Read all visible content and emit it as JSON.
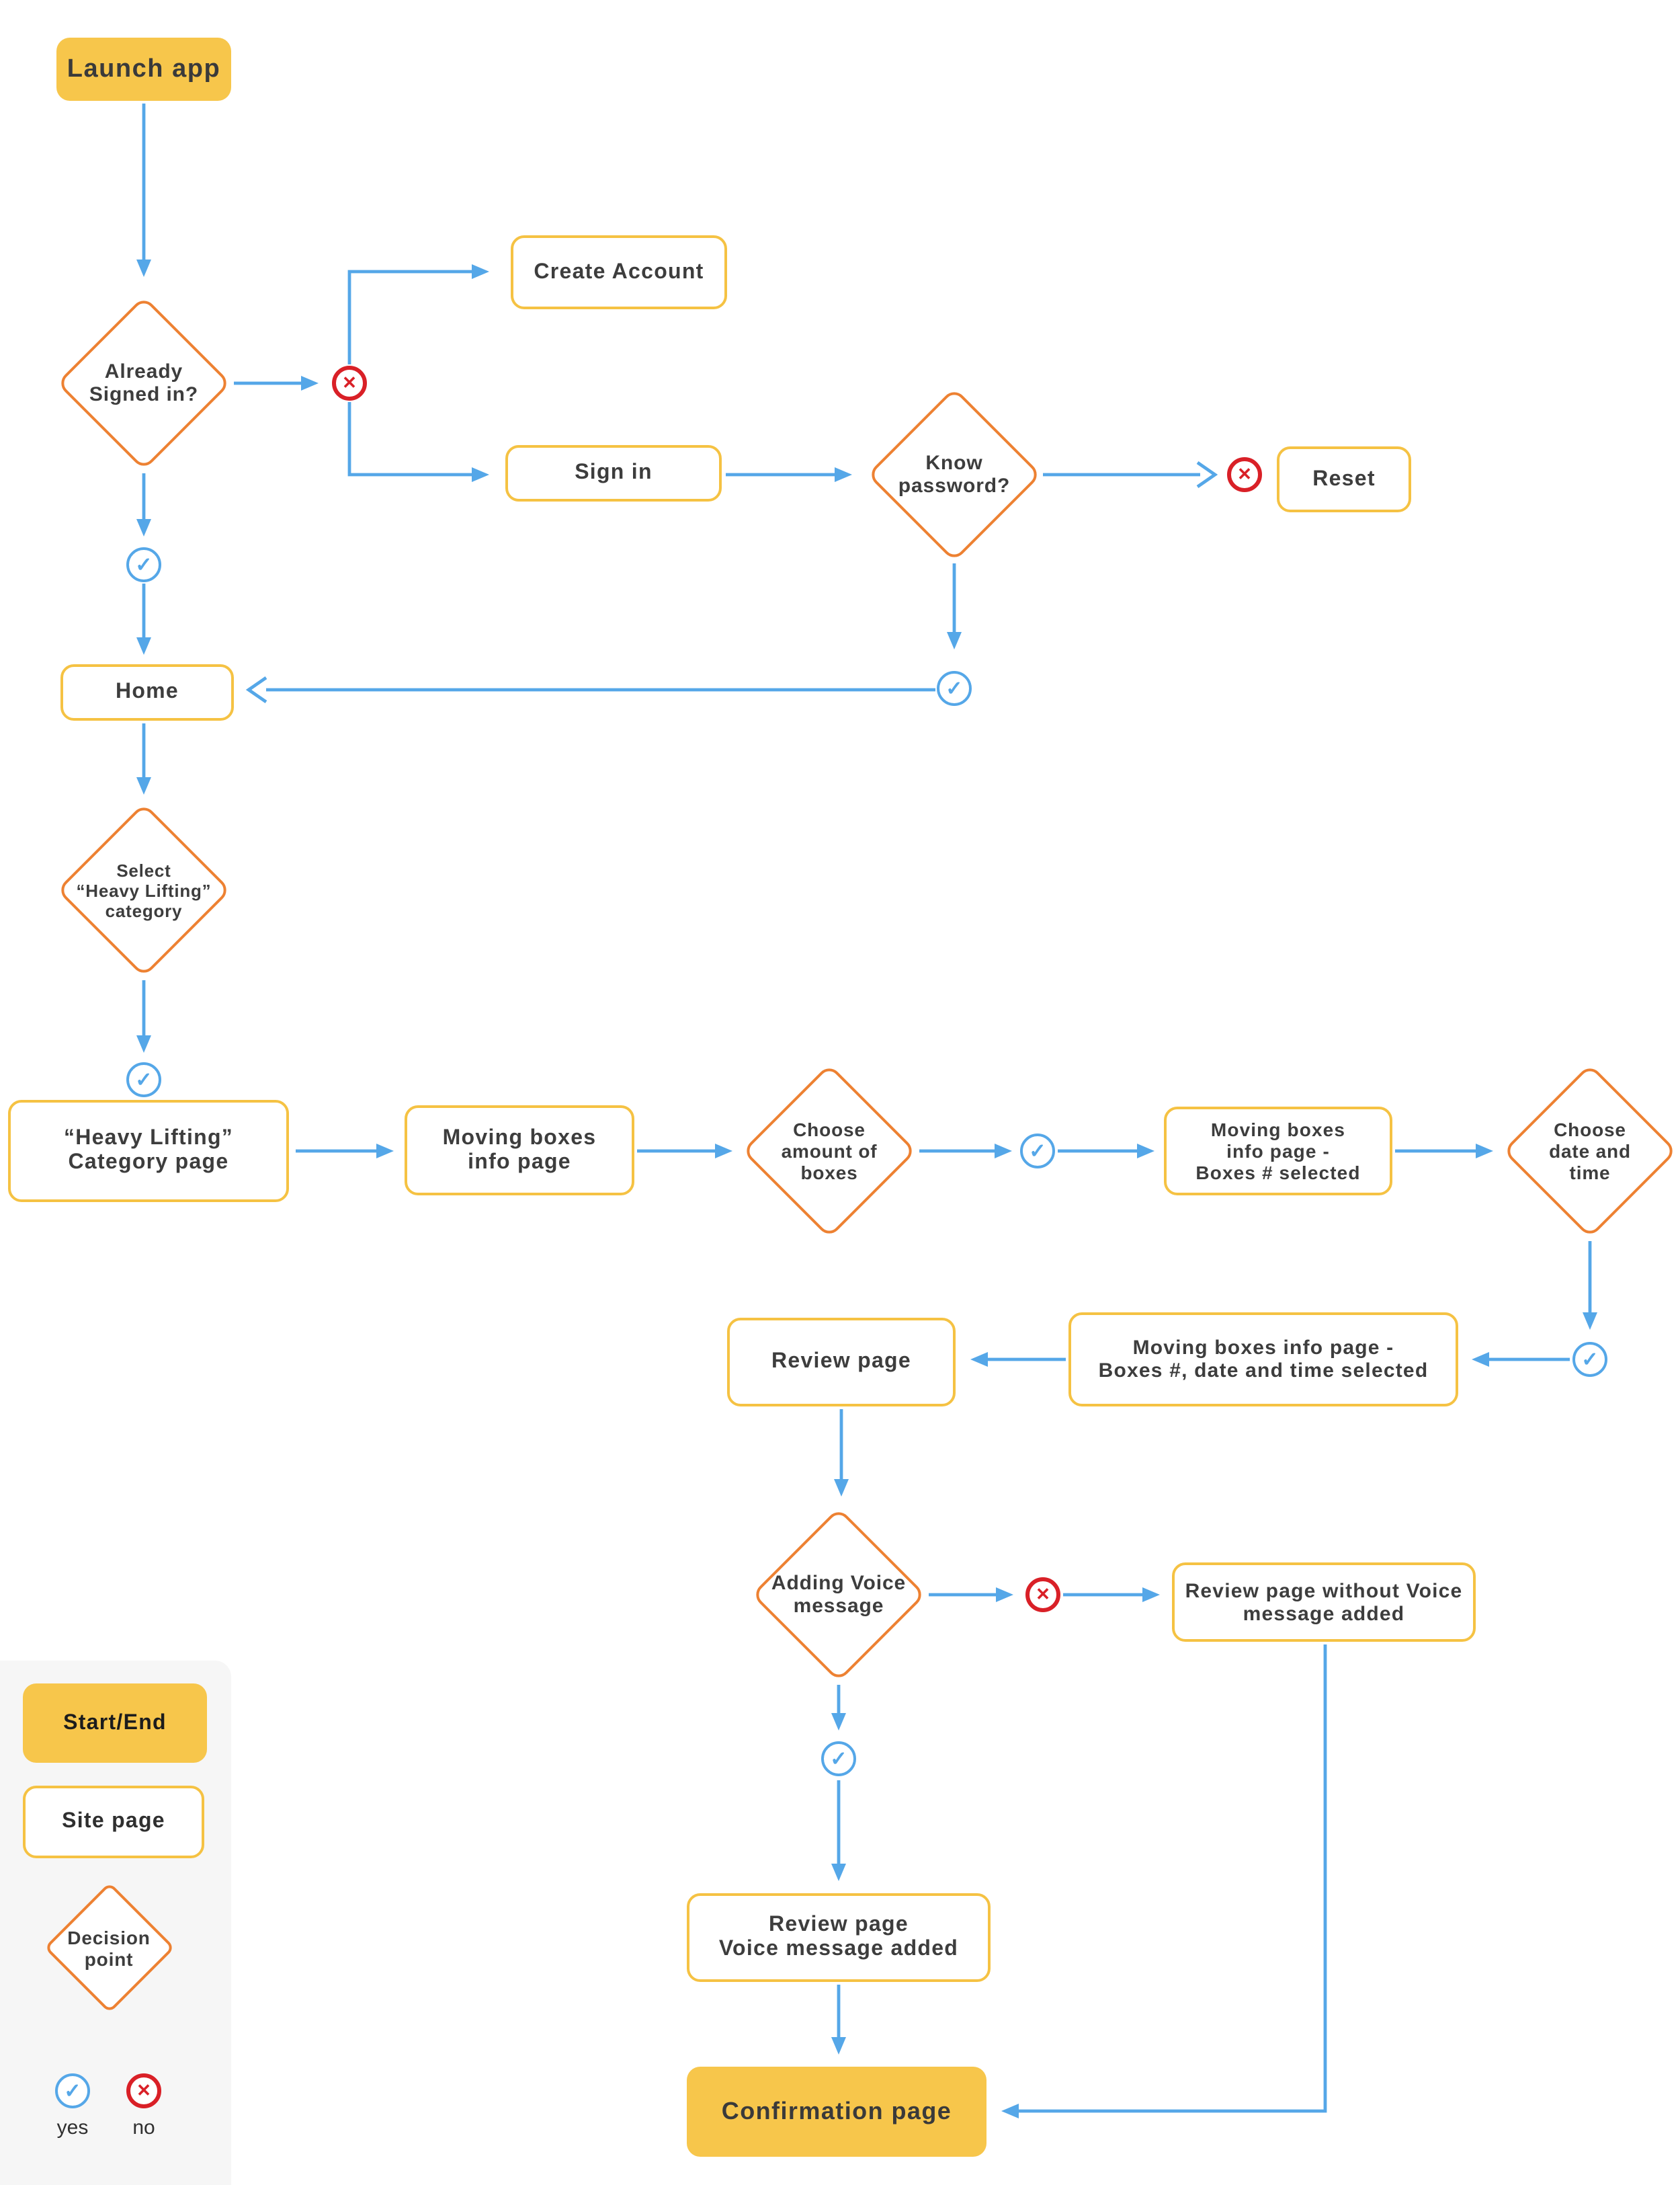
{
  "palette": {
    "fill_yellow": "#F7C64B",
    "border_yellow": "#F5C243",
    "orange": "#ED8132",
    "blue": "#55A7E8",
    "red": "#D92027",
    "text": "#3d3d3d",
    "legend_bg": "#F6F6F6"
  },
  "nodes": {
    "launch": "Launch app",
    "already_signed_in": "Already\nSigned in?",
    "create_account": "Create Account",
    "sign_in": "Sign in",
    "know_password": "Know\npassword?",
    "reset": "Reset",
    "home": "Home",
    "select_category": "Select\n“Heavy Lifting”\ncategory",
    "category_page": "“Heavy Lifting”\nCategory page",
    "moving_boxes_info": "Moving boxes\ninfo page",
    "choose_amount": "Choose\namount of\nboxes",
    "boxes_selected": "Moving boxes\ninfo page -\nBoxes # selected",
    "choose_datetime": "Choose\ndate and\ntime",
    "datetime_selected": "Moving boxes info page -\nBoxes #, date and time selected",
    "review": "Review page",
    "adding_voice": "Adding Voice\nmessage",
    "review_without_voice": "Review page without Voice\nmessage added",
    "review_with_voice": "Review page\nVoice message added",
    "confirmation": "Confirmation page"
  },
  "icons": {
    "yes": "✓",
    "no": "✕"
  },
  "legend": {
    "start_end": "Start/End",
    "site_page": "Site page",
    "decision": "Decision\npoint",
    "yes_label": "yes",
    "no_label": "no"
  }
}
